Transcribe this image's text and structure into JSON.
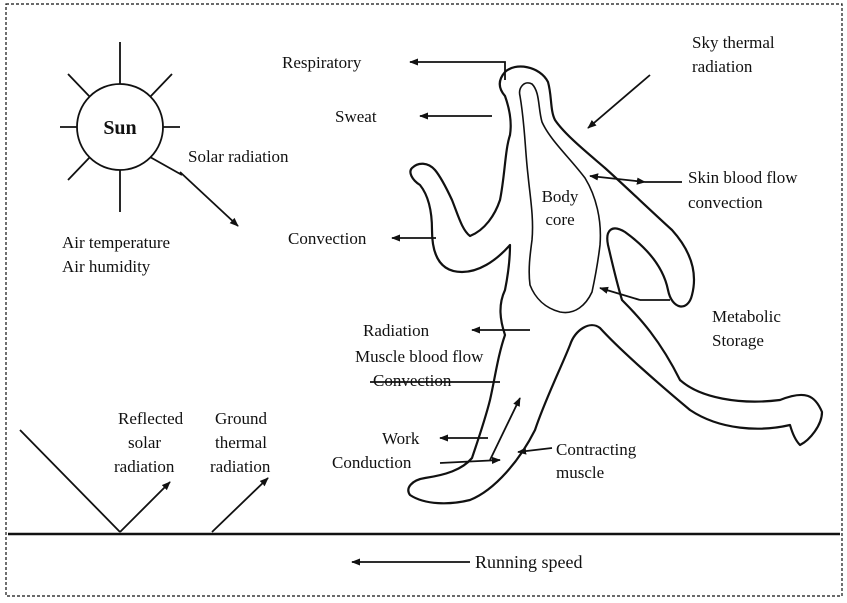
{
  "colors": {
    "ink": "#111111",
    "background": "#ffffff"
  },
  "sun": {
    "label": "Sun"
  },
  "labels": {
    "solar_radiation": "Solar radiation",
    "air_temperature": "Air temperature",
    "air_humidity": "Air humidity",
    "respiratory": "Respiratory",
    "sweat": "Sweat",
    "sky_thermal_1": "Sky thermal",
    "sky_thermal_2": "radiation",
    "skin_blood_1": "Skin blood flow",
    "skin_blood_2": "convection",
    "body_core_1": "Body",
    "body_core_2": "core",
    "convection": "Convection",
    "metabolic": "Metabolic",
    "storage": "Storage",
    "radiation": "Radiation",
    "muscle_blood_1": "Muscle blood flow",
    "muscle_blood_2": "Convection",
    "work": "Work",
    "conduction": "Conduction",
    "contracting_1": "Contracting",
    "contracting_2": "muscle",
    "reflected_1": "Reflected",
    "reflected_2": "solar",
    "reflected_3": "radiation",
    "ground_1": "Ground",
    "ground_2": "thermal",
    "ground_3": "radiation",
    "running_speed": "Running speed"
  }
}
